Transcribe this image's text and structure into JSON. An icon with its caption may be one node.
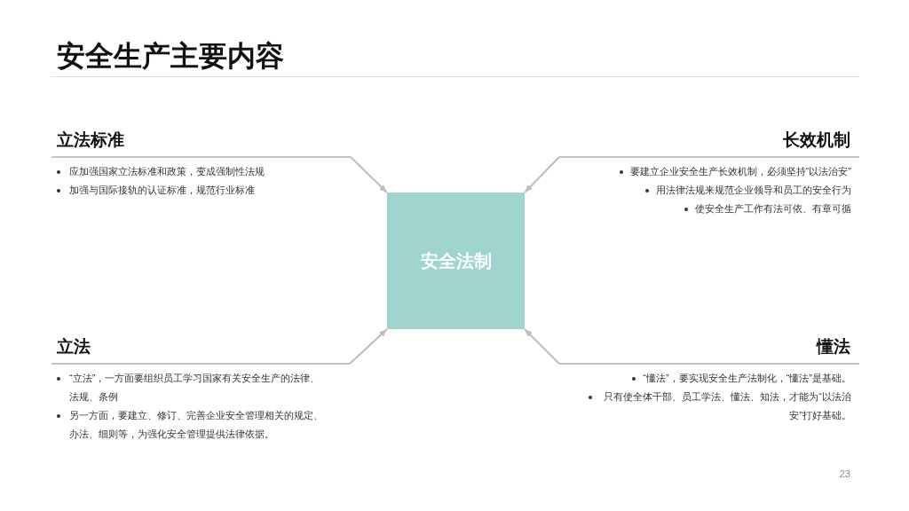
{
  "diagram": {
    "title": "安全生产主要内容",
    "nodes": [
      {
        "text": [
          "立法标准",
          "应加强国家立法标准和政策，变成强制性法规",
          "加强与国际接轨的认证标准，规范行业标准"
        ]
      },
      {
        "text": [
          "长效机制",
          "要建立企业安全生产长效机制，必须坚持“以法治安”",
          "用法律法规来规范企业领导和员工的安全行为",
          "使安全生产工作有法可依、有章可循"
        ]
      },
      {
        "text": [
          "安全法制"
        ]
      },
      {
        "text": [
          "立法",
          "“立法”，一方面要组织员工学习国家有关安全生产的法律、法规、条例",
          "另一方面，要建立、修订、完善企业安全管理相关的规定、办法、细则等，为强化安全管理提供法律依据。"
        ]
      },
      {
        "text": [
          "懂法",
          "“懂法”，要实现安全生产法制化，“懂法”是基础。",
          "只有使全体干部、员工学法、懂法、知法，才能为“以法治安”打好基础。"
        ]
      }
    ],
    "edges": [
      {
        "from": 0,
        "to": 2,
        "arrow": "to"
      },
      {
        "from": 1,
        "to": 2,
        "arrow": "to"
      },
      {
        "from": 3,
        "to": 2,
        "arrow": "to"
      },
      {
        "from": 4,
        "to": 2,
        "arrow": "to"
      }
    ],
    "labels": [
      "23"
    ]
  }
}
